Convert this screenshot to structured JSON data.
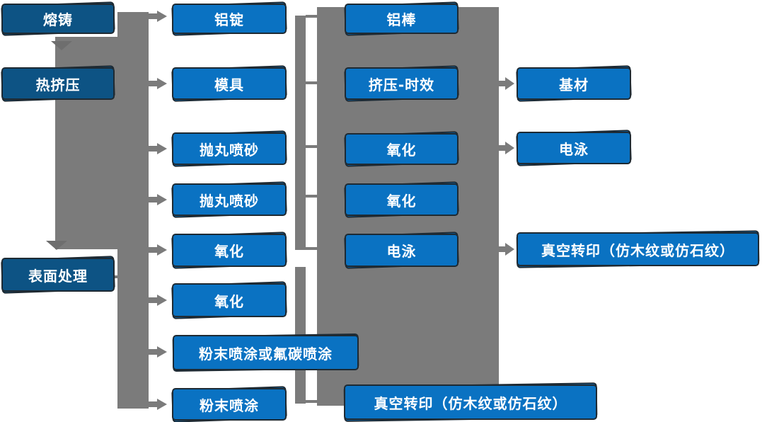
{
  "diagram_title": "aluminum-profile-process-flowchart",
  "colors": {
    "box_light_blue": "#0a72c2",
    "box_dark_blue": "#0d5384",
    "box_border": "#1e2a33",
    "connector_gray": "#7b7b7b",
    "text": "#ffffff"
  },
  "nodes": {
    "melting_casting": {
      "label": "熔铸"
    },
    "hot_extrusion": {
      "label": "热挤压"
    },
    "surface_treatment": {
      "label": "表面处理"
    },
    "aluminum_ingot": {
      "label": "铝锭"
    },
    "mold": {
      "label": "模具"
    },
    "shot_blast_1": {
      "label": "抛丸喷砂"
    },
    "shot_blast_2": {
      "label": "抛丸喷砂"
    },
    "anodizing_1": {
      "label": "氧化"
    },
    "anodizing_2": {
      "label": "氧化"
    },
    "powder_or_fluoro": {
      "label": "粉末喷涂或氟碳喷涂"
    },
    "powder_coating": {
      "label": "粉末喷涂"
    },
    "aluminum_rod": {
      "label": "铝棒"
    },
    "extrusion_aging": {
      "label": "挤压-时效"
    },
    "anodizing_3": {
      "label": "氧化"
    },
    "anodizing_4": {
      "label": "氧化"
    },
    "electrophoresis_1": {
      "label": "电泳"
    },
    "base_material": {
      "label": "基材"
    },
    "electrophoresis_2": {
      "label": "电泳"
    },
    "vacuum_transfer_1": {
      "label": "真空转印（仿木纹或仿石纹）"
    },
    "vacuum_transfer_2": {
      "label": "真空转印（仿木纹或仿石纹）"
    }
  },
  "edges": [
    {
      "from": "熔铸",
      "to": "热挤压"
    },
    {
      "from": "熔铸",
      "to": "铝锭"
    },
    {
      "from": "热挤压",
      "to": "模具"
    },
    {
      "from": "热挤压",
      "to": "抛丸喷砂"
    },
    {
      "from": "热挤压",
      "to": "抛丸喷砂"
    },
    {
      "from": "热挤压",
      "to": "氧化"
    },
    {
      "from": "热挤压",
      "to": "表面处理"
    },
    {
      "from": "表面处理",
      "to": "氧化"
    },
    {
      "from": "表面处理",
      "to": "粉末喷涂或氟碳喷涂"
    },
    {
      "from": "表面处理",
      "to": "粉末喷涂"
    },
    {
      "from": "挤压-时效",
      "to": "基材"
    },
    {
      "from": "氧化",
      "to": "电泳"
    },
    {
      "from": "电泳",
      "to": "真空转印（仿木纹或仿石纹）"
    },
    {
      "from": "粉末喷涂",
      "to": "真空转印（仿木纹或仿石纹）"
    }
  ]
}
